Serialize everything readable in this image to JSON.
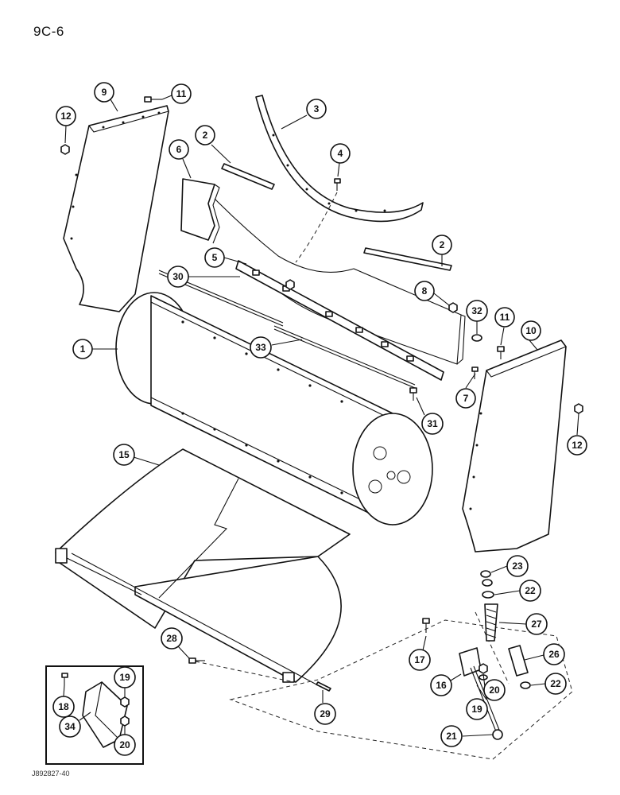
{
  "page": {
    "number": "9C-6",
    "figure_code": "J892827-40"
  },
  "callouts": [
    {
      "id": "c9",
      "label": "9"
    },
    {
      "id": "c11a",
      "label": "11"
    },
    {
      "id": "c12a",
      "label": "12"
    },
    {
      "id": "c3",
      "label": "3"
    },
    {
      "id": "c2a",
      "label": "2"
    },
    {
      "id": "c6",
      "label": "6"
    },
    {
      "id": "c4",
      "label": "4"
    },
    {
      "id": "c5",
      "label": "5"
    },
    {
      "id": "c2b",
      "label": "2"
    },
    {
      "id": "c30",
      "label": "30"
    },
    {
      "id": "c8",
      "label": "8"
    },
    {
      "id": "c32",
      "label": "32"
    },
    {
      "id": "c11b",
      "label": "11"
    },
    {
      "id": "c10",
      "label": "10"
    },
    {
      "id": "c1",
      "label": "1"
    },
    {
      "id": "c33",
      "label": "33"
    },
    {
      "id": "c7",
      "label": "7"
    },
    {
      "id": "c31",
      "label": "31"
    },
    {
      "id": "c12b",
      "label": "12"
    },
    {
      "id": "c15",
      "label": "15"
    },
    {
      "id": "c23",
      "label": "23"
    },
    {
      "id": "c22a",
      "label": "22"
    },
    {
      "id": "c27",
      "label": "27"
    },
    {
      "id": "c26",
      "label": "26"
    },
    {
      "id": "c22b",
      "label": "22"
    },
    {
      "id": "c28",
      "label": "28"
    },
    {
      "id": "c17",
      "label": "17"
    },
    {
      "id": "c16",
      "label": "16"
    },
    {
      "id": "c20a",
      "label": "20"
    },
    {
      "id": "c19a",
      "label": "19"
    },
    {
      "id": "c29",
      "label": "29"
    },
    {
      "id": "c21",
      "label": "21"
    },
    {
      "id": "c18",
      "label": "18"
    },
    {
      "id": "c19b",
      "label": "19"
    },
    {
      "id": "c34",
      "label": "34"
    },
    {
      "id": "c20b",
      "label": "20"
    }
  ]
}
